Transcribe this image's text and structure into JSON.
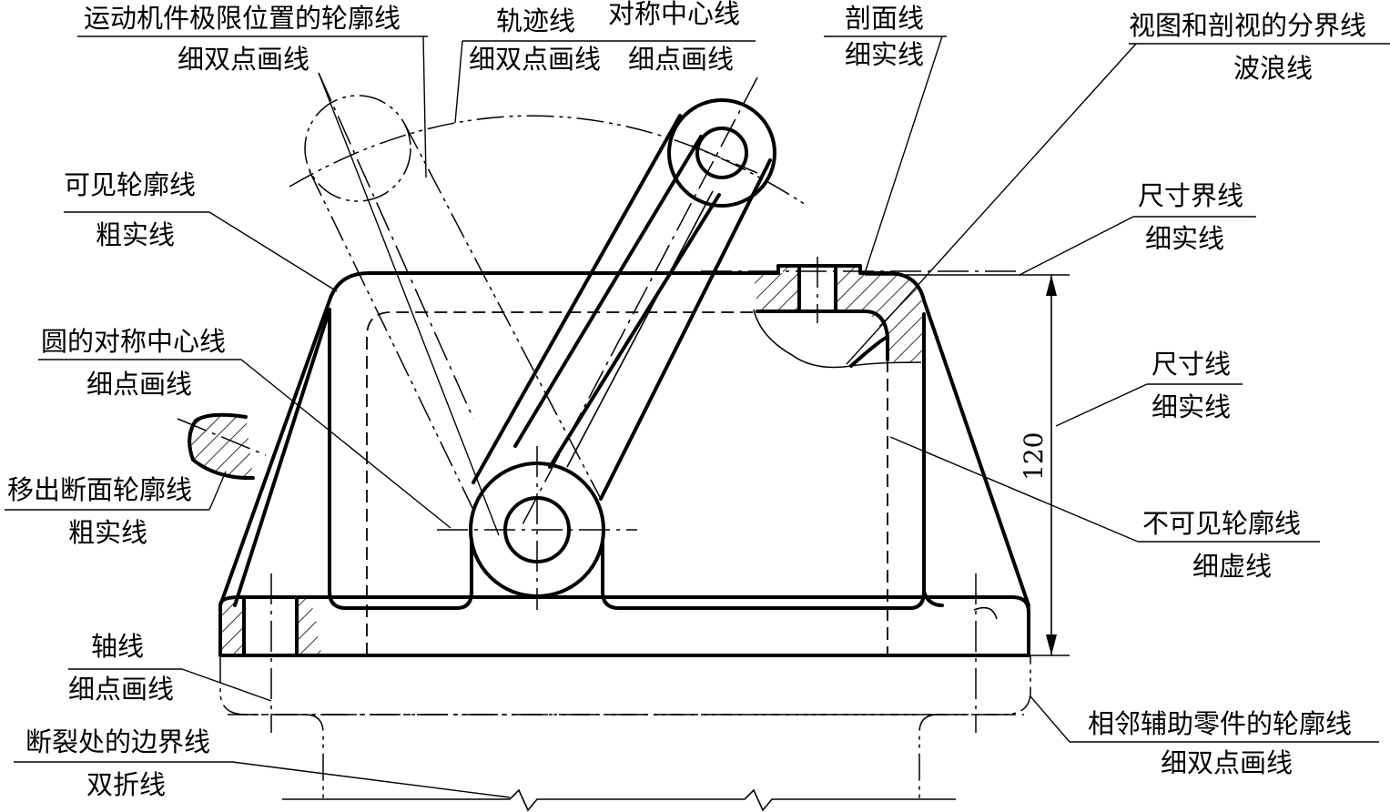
{
  "labels": {
    "limit_position_contour": "运动机件极限位置的轮廓线",
    "limit_position_linetype": "细双点画线",
    "trajectory_line": "轨迹线",
    "trajectory_linetype": "细双点画线",
    "symmetry_centerline": "对称中心线",
    "symmetry_linetype": "细点画线",
    "section_line": "剖面线",
    "section_linetype": "细实线",
    "view_section_boundary": "视图和剖视的分界线",
    "view_section_linetype": "波浪线",
    "visible_contour": "可见轮廓线",
    "visible_contour_linetype": "粗实线",
    "extension_line": "尺寸界线",
    "extension_linetype": "细实线",
    "circle_centerline": "圆的对称中心线",
    "circle_centerline_linetype": "细点画线",
    "dimension_line": "尺寸线",
    "dimension_linetype": "细实线",
    "removed_section_contour": "移出断面轮廓线",
    "removed_section_linetype": "粗实线",
    "hidden_contour": "不可见轮廓线",
    "hidden_contour_linetype": "细虚线",
    "axis_line": "轴线",
    "axis_linetype": "细点画线",
    "adjacent_part_contour": "相邻辅助零件的轮廓线",
    "adjacent_part_linetype": "细双点画线",
    "break_boundary": "断裂处的边界线",
    "break_linetype": "双折线"
  },
  "dimension_value": "120"
}
